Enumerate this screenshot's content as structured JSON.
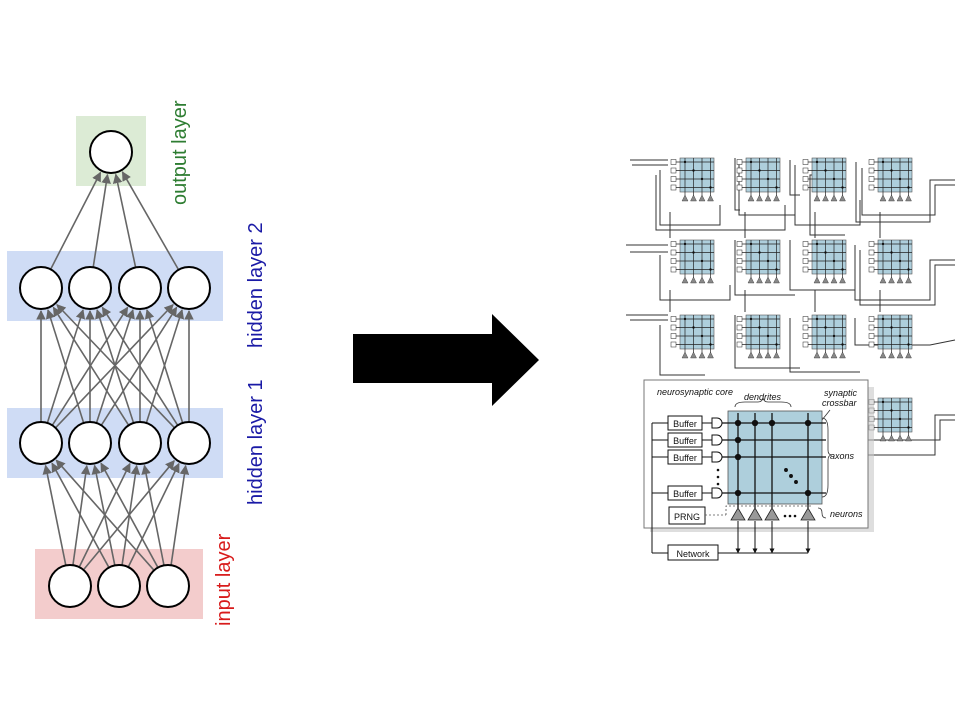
{
  "left_network": {
    "output_label": "output layer",
    "hidden2_label": "hidden layer 2",
    "hidden1_label": "hidden layer 1",
    "input_label": "input layer",
    "colors": {
      "output": "#2e7d32",
      "hidden": "#1a1aa6",
      "input": "#d81b1b",
      "output_box": "#dcebd5",
      "hidden_box": "#cfdcf5",
      "input_box": "#f3cccc",
      "edge": "#666666"
    },
    "layers": [
      {
        "name": "input",
        "neurons": 3
      },
      {
        "name": "hidden1",
        "neurons": 4
      },
      {
        "name": "hidden2",
        "neurons": 4
      },
      {
        "name": "output",
        "neurons": 1
      }
    ]
  },
  "arrow": {
    "color": "#000000"
  },
  "chip": {
    "core_title": "neurosynaptic core",
    "dendrites_label": "dendrites",
    "crossbar_label": "synaptic crossbar",
    "axons_label": "axons",
    "neurons_label": "neurons",
    "buffer_label": "Buffer",
    "prng_label": "PRNG",
    "network_label": "Network",
    "crossbar_color": "#aecfdc"
  }
}
